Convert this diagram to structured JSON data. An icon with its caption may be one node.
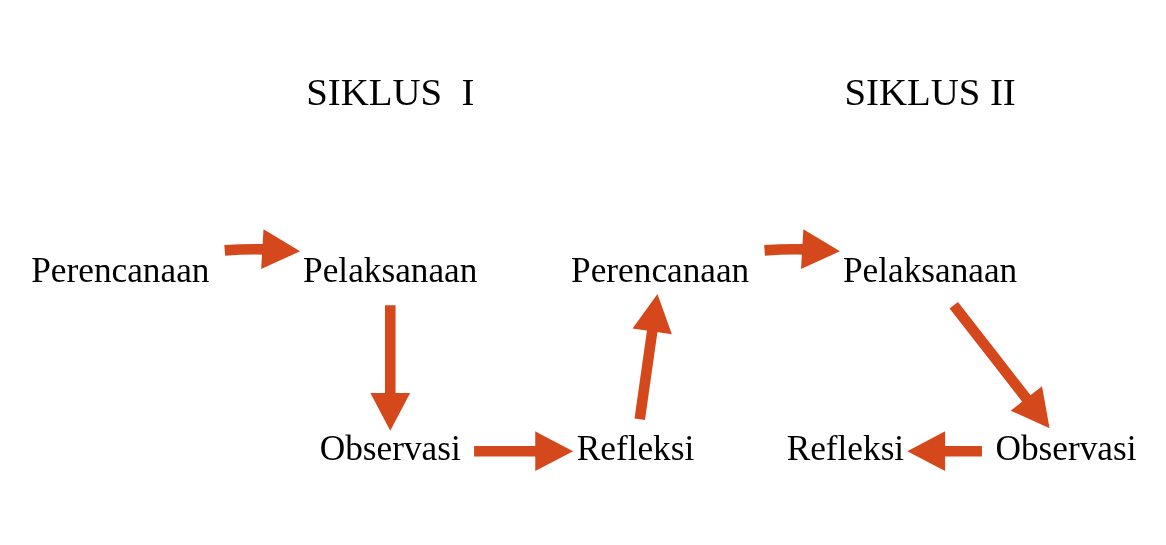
{
  "diagram": {
    "nodes": [
      {
        "text": [
          "Perencanaan"
        ]
      },
      {
        "text": [
          "Pelaksanaan"
        ]
      },
      {
        "text": [
          "Observasi"
        ]
      },
      {
        "text": [
          "Refleksi"
        ]
      },
      {
        "text": [
          "Perencanaan"
        ]
      },
      {
        "text": [
          "Pelaksanaan"
        ]
      },
      {
        "text": [
          "Observasi"
        ]
      },
      {
        "text": [
          "Refleksi"
        ]
      }
    ],
    "edges": [
      {
        "from": 0,
        "to": 1,
        "arrow": "to"
      },
      {
        "from": 1,
        "to": 2,
        "arrow": "to"
      },
      {
        "from": 2,
        "to": 3,
        "arrow": "to"
      },
      {
        "from": 3,
        "to": 4,
        "arrow": "to"
      },
      {
        "from": 4,
        "to": 5,
        "arrow": "to"
      },
      {
        "from": 5,
        "to": 6,
        "arrow": "to"
      },
      {
        "from": 6,
        "to": 7,
        "arrow": "to"
      }
    ],
    "labels": [
      "SIKLUS  I",
      "SIKLUS II"
    ]
  }
}
